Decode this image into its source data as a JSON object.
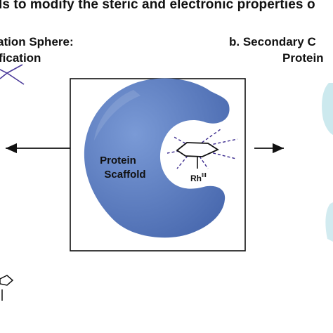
{
  "title": "ls to modify the steric and electronic properties o",
  "left_heading": {
    "line1": "ation Sphere:",
    "line2": "fication"
  },
  "right_heading": {
    "line1": "b. Secondary C",
    "line2": "Protein"
  },
  "center_box": {
    "line1": "Protein",
    "line2": "Scaffold",
    "metal": "Rh",
    "oxidation": "III"
  },
  "colors": {
    "protein": "#4f72b8",
    "protein_highlight": "#6d8fcf",
    "teal_fragment": "#bfe3ea",
    "dash": "#3b2a8e"
  }
}
